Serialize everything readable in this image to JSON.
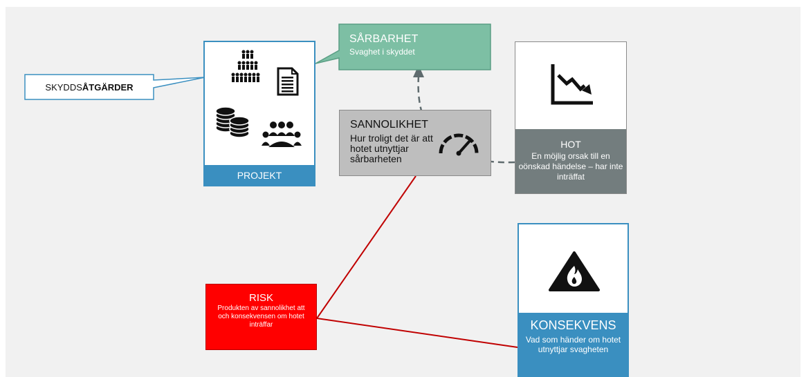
{
  "skyddsatgarder": {
    "prefix": "SKYDDS",
    "bold": "ÅTGÄRDER"
  },
  "projekt": {
    "label": "PROJEKT"
  },
  "sarbarhet": {
    "title": "SÅRBARHET",
    "subtitle": "Svaghet i skyddet"
  },
  "sannolikhet": {
    "title": "SANNOLIKHET",
    "subtitle": "Hur troligt det är att hotet utnyttjar sårbarheten"
  },
  "hot": {
    "title": "HOT",
    "subtitle": "En möjlig orsak till en oönskad händelse – har inte inträffat"
  },
  "konsekvens": {
    "title": "KONSEKVENS",
    "subtitle": "Vad som händer om hotet utnyttjar svagheten"
  },
  "risk": {
    "title": "RISK",
    "subtitle": "Produkten av sannolikhet att och konsekvensen om hotet inträffar"
  },
  "colors": {
    "background": "#f1f1f1",
    "blue": "#3a8fc0",
    "green": "#7dbfa4",
    "gray_box": "#bebebe",
    "hot_footer": "#737d7e",
    "risk_red": "#ff0000",
    "line_red": "#c00000"
  },
  "icons": {
    "projekt": [
      "people-hierarchy-icon",
      "document-icon",
      "coins-icon",
      "meeting-icon"
    ],
    "sannolikhet": "speedometer-icon",
    "hot": "declining-chart-icon",
    "konsekvens": "fire-warning-icon"
  }
}
